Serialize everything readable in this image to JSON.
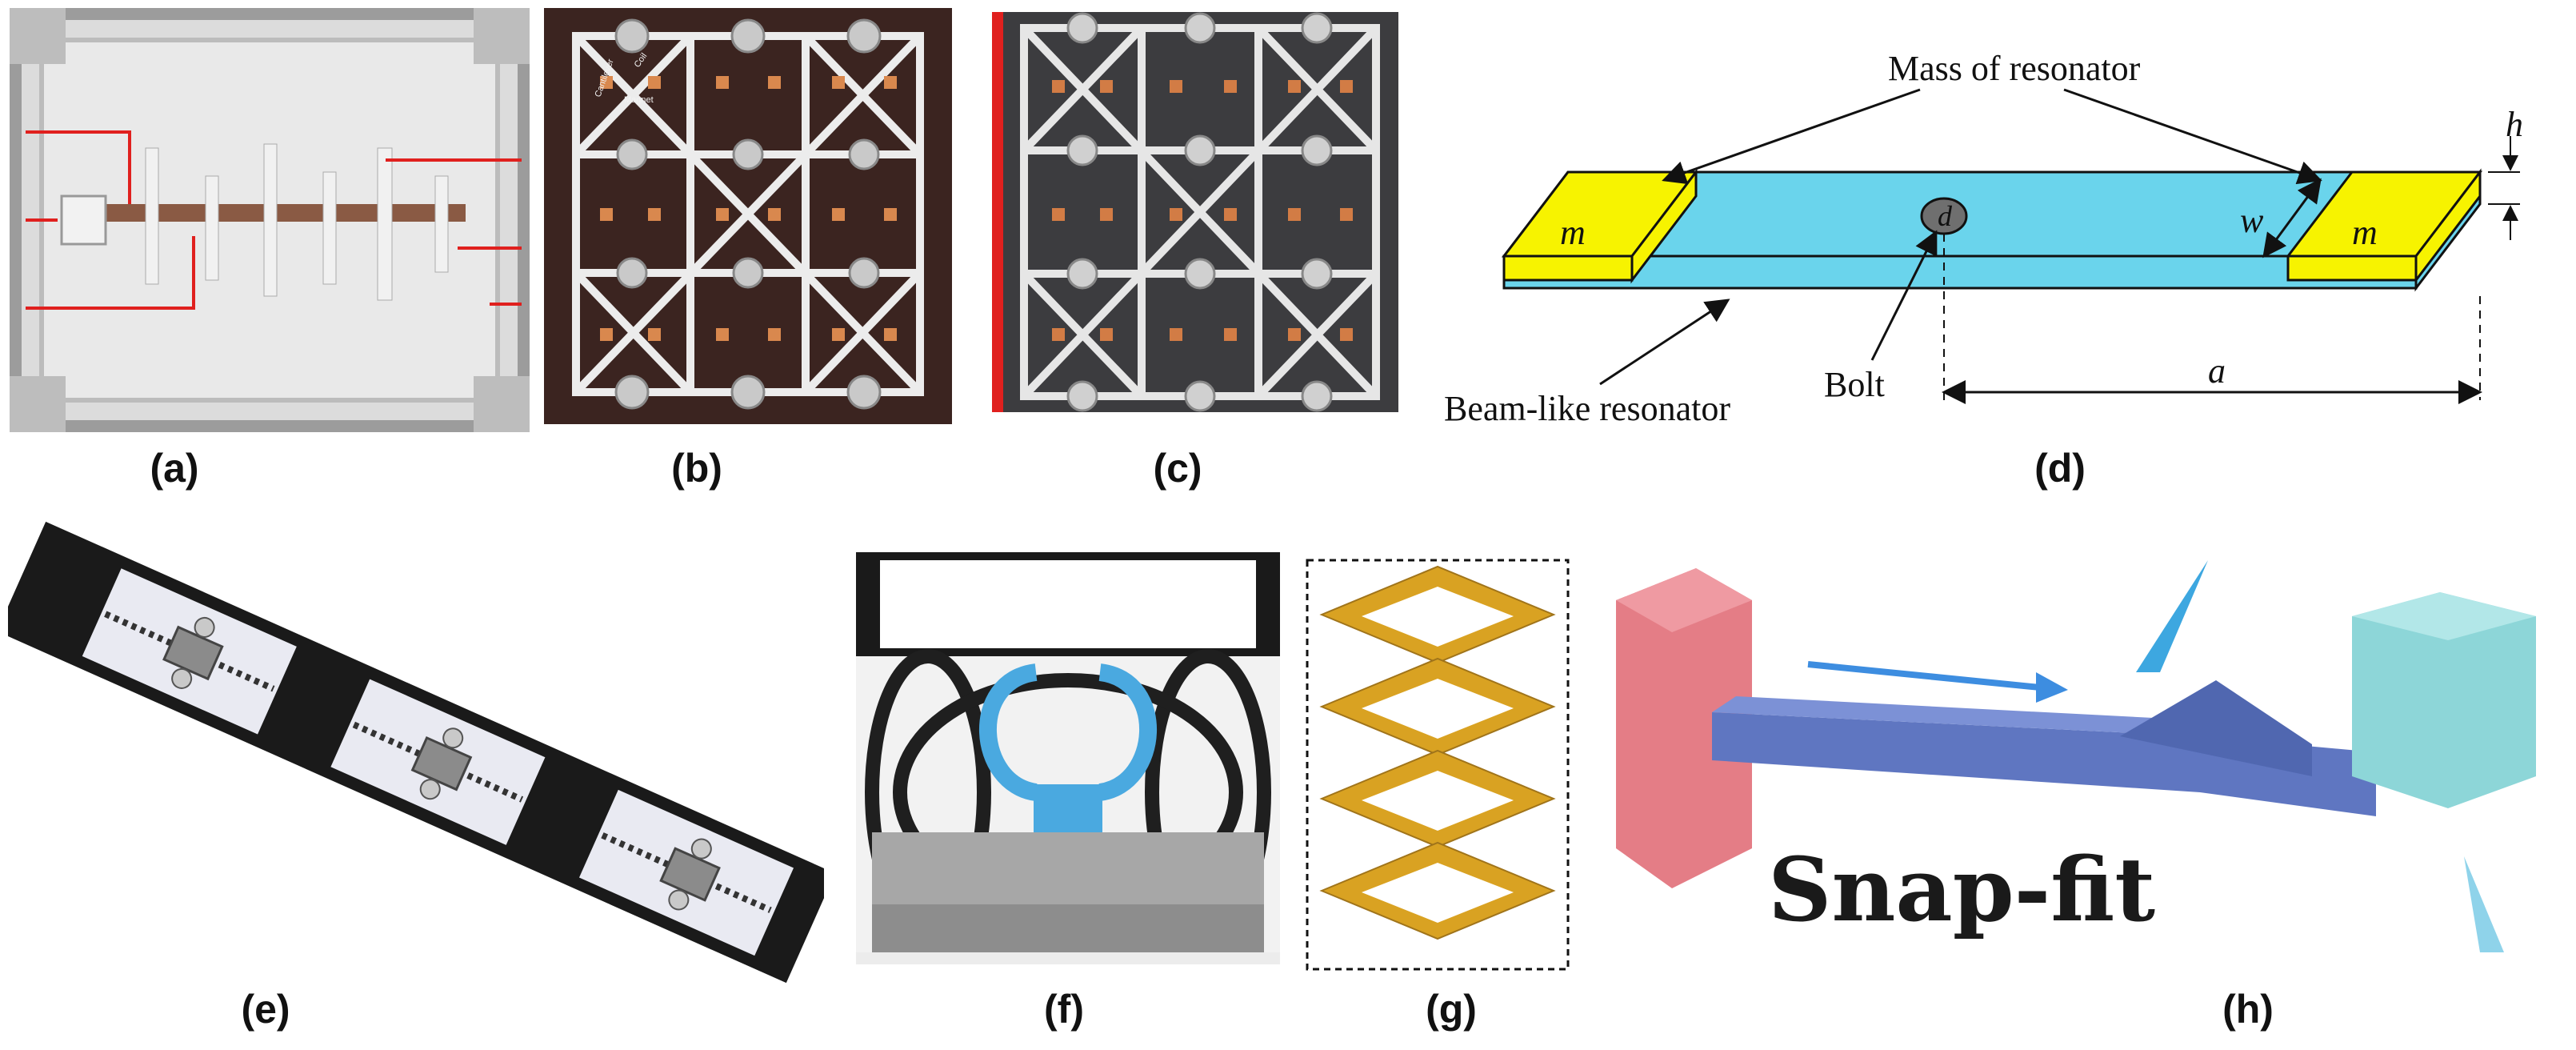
{
  "labels": {
    "a": "(a)",
    "b": "(b)",
    "c": "(c)",
    "d": "(d)",
    "e": "(e)",
    "f": "(f)",
    "g": "(g)",
    "h": "(h)"
  },
  "panel_b": {
    "cantilever": "Cantilever",
    "coil": "Coil",
    "magnet": "Magnet"
  },
  "panel_d": {
    "mass_of_resonator": "Mass of resonator",
    "mass_left": "m",
    "mass_right": "m",
    "thickness": "h",
    "width": "w",
    "bolt_symbol": "d",
    "bolt": "Bolt",
    "beam_like_resonator": "Beam-like resonator",
    "half_length": "a"
  },
  "panel_h": {
    "title": "Snap-fit"
  },
  "colors": {
    "beam": "#6ad4ec",
    "mass": "#f7f300",
    "red_marker": "#e0201e",
    "orange_lattice": "#d9a222",
    "blue_part": "#4aa9e0",
    "pink_block": "#e47d86",
    "teal_block": "#8dd6d8",
    "purple_beam": "#5f76c1"
  }
}
